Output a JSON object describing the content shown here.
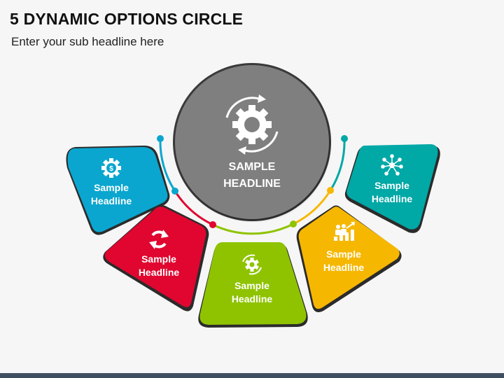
{
  "header": {
    "title": "5 DYNAMIC OPTIONS CIRCLE",
    "subtitle": "Enter your sub headline here"
  },
  "hub": {
    "line1": "SAMPLE",
    "line2": "HEADLINE",
    "color": "#7f7f7f",
    "icon": "gear-cycle-icon"
  },
  "options": [
    {
      "line1": "Sample",
      "line2": "Headline",
      "color": "#0aa6cf",
      "icon": "dollar-gear-icon"
    },
    {
      "line1": "Sample",
      "line2": "Headline",
      "color": "#e0062f",
      "icon": "refresh-icon"
    },
    {
      "line1": "Sample",
      "line2": "Headline",
      "color": "#8fc300",
      "icon": "gear-cycle-icon"
    },
    {
      "line1": "Sample",
      "line2": "Headline",
      "color": "#f6b700",
      "icon": "team-growth-icon"
    },
    {
      "line1": "Sample",
      "line2": "Headline",
      "color": "#00a8a6",
      "icon": "network-icon"
    }
  ]
}
